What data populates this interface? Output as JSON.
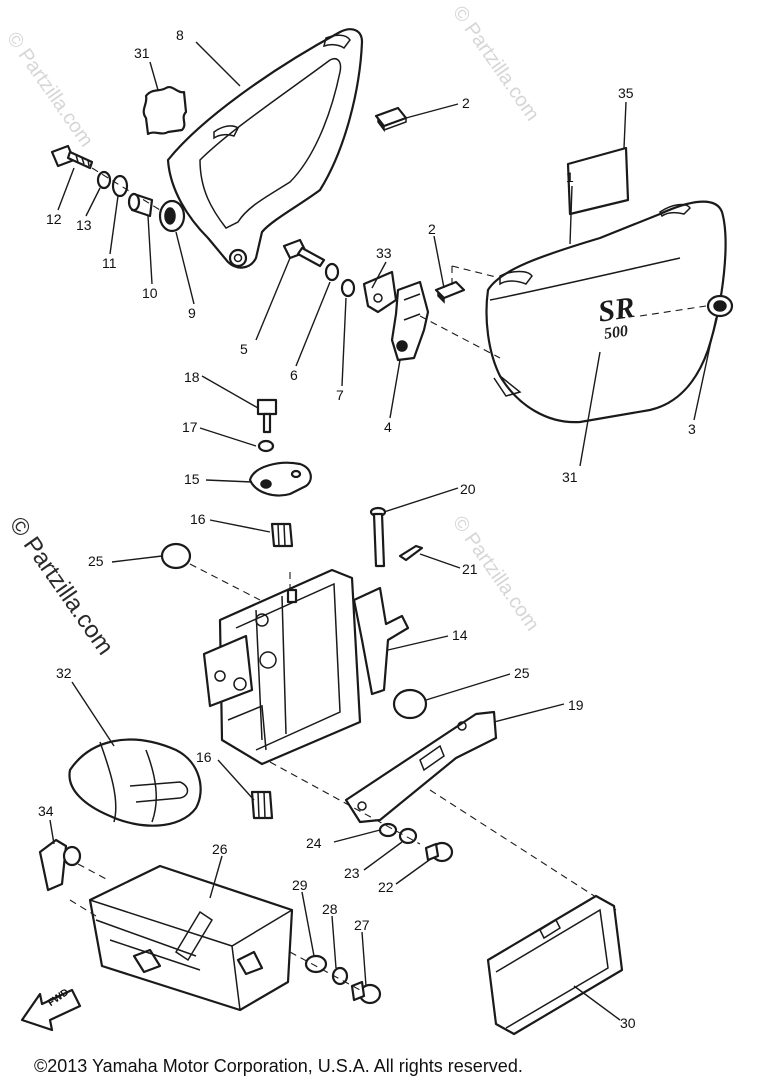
{
  "watermark": {
    "text_small": "© Partzilla.com",
    "text_large": "© Partzilla.com",
    "color": "#d6d6d6"
  },
  "copyright": "©2013 Yamaha Motor Corporation, U.S.A. All rights reserved.",
  "cover_marking": {
    "brand": "SR",
    "model": "500"
  },
  "fwd_marking": "FWD",
  "callouts": [
    {
      "id": "c1",
      "label": "1"
    },
    {
      "id": "c2a",
      "label": "2"
    },
    {
      "id": "c2b",
      "label": "2"
    },
    {
      "id": "c3",
      "label": "3"
    },
    {
      "id": "c4",
      "label": "4"
    },
    {
      "id": "c5",
      "label": "5"
    },
    {
      "id": "c6",
      "label": "6"
    },
    {
      "id": "c7",
      "label": "7"
    },
    {
      "id": "c8",
      "label": "8"
    },
    {
      "id": "c9",
      "label": "9"
    },
    {
      "id": "c10",
      "label": "10"
    },
    {
      "id": "c11",
      "label": "11"
    },
    {
      "id": "c12",
      "label": "12"
    },
    {
      "id": "c13",
      "label": "13"
    },
    {
      "id": "c14",
      "label": "14"
    },
    {
      "id": "c15",
      "label": "15"
    },
    {
      "id": "c16a",
      "label": "16"
    },
    {
      "id": "c16b",
      "label": "16"
    },
    {
      "id": "c17",
      "label": "17"
    },
    {
      "id": "c18",
      "label": "18"
    },
    {
      "id": "c19",
      "label": "19"
    },
    {
      "id": "c20",
      "label": "20"
    },
    {
      "id": "c21",
      "label": "21"
    },
    {
      "id": "c22",
      "label": "22"
    },
    {
      "id": "c23",
      "label": "23"
    },
    {
      "id": "c24",
      "label": "24"
    },
    {
      "id": "c25a",
      "label": "25"
    },
    {
      "id": "c25b",
      "label": "25"
    },
    {
      "id": "c26",
      "label": "26"
    },
    {
      "id": "c27",
      "label": "27"
    },
    {
      "id": "c28",
      "label": "28"
    },
    {
      "id": "c29",
      "label": "29"
    },
    {
      "id": "c30",
      "label": "30"
    },
    {
      "id": "c31a",
      "label": "31"
    },
    {
      "id": "c31b",
      "label": "31"
    },
    {
      "id": "c32",
      "label": "32"
    },
    {
      "id": "c33",
      "label": "33"
    },
    {
      "id": "c34",
      "label": "34"
    },
    {
      "id": "c35",
      "label": "35"
    }
  ]
}
